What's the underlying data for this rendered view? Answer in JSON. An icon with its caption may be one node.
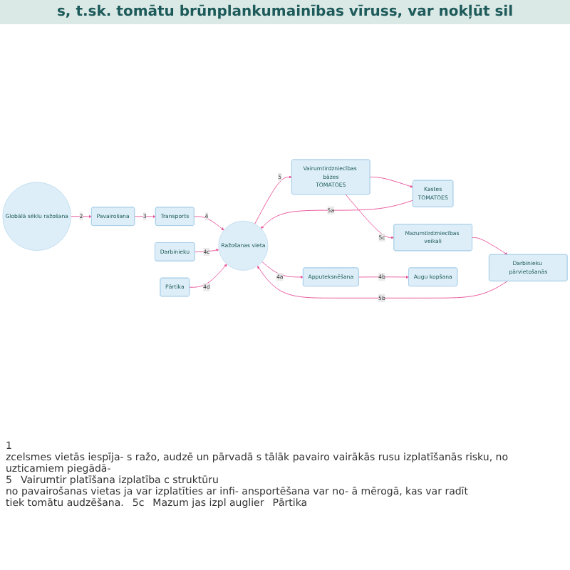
{
  "diagram": {
    "title": "s, t.sk. tomātu brūnplankumainības vīruss, var nokļūt sil",
    "nodes": [
      {
        "text": [
          "Globālā sēklu ražošana"
        ]
      },
      {
        "text": [
          "Pavairošana"
        ]
      },
      {
        "text": [
          "Transports"
        ]
      },
      {
        "text": [
          "Ražošanas vieta"
        ]
      },
      {
        "text": [
          "Vairumtirdzniecības bāzes",
          "TOMATOES"
        ]
      },
      {
        "text": [
          "Kastes",
          "TOMATOES"
        ]
      },
      {
        "text": [
          "Mazumtirdzniecības veikali"
        ]
      },
      {
        "text": [
          "Darbinieku pārvietošanās"
        ]
      },
      {
        "text": [
          "Augu kopšana"
        ]
      },
      {
        "text": [
          "Apputeksnēšana"
        ]
      },
      {
        "text": [
          "Darbinieku"
        ]
      },
      {
        "text": [
          "Pārtika"
        ]
      }
    ],
    "edges": [
      {
        "from": 0,
        "to": 1,
        "arrow": "to",
        "label": "2"
      },
      {
        "from": 1,
        "to": 2,
        "arrow": "to",
        "label": "3"
      },
      {
        "from": 2,
        "to": 3,
        "arrow": "to",
        "label": "4"
      },
      {
        "from": 3,
        "to": 4,
        "arrow": "to",
        "label": "5"
      },
      {
        "from": 4,
        "to": 5,
        "arrow": "to"
      },
      {
        "from": 5,
        "to": 3,
        "arrow": "to",
        "label": "5a"
      },
      {
        "from": 4,
        "to": 6,
        "arrow": "to",
        "label": "5c"
      },
      {
        "from": 6,
        "to": 7,
        "arrow": "to"
      },
      {
        "from": 7,
        "to": 3,
        "arrow": "to",
        "label": "5b"
      },
      {
        "from": 3,
        "to": 9,
        "arrow": "to",
        "label": "4a"
      },
      {
        "from": 9,
        "to": 8,
        "arrow": "to",
        "label": "4b"
      },
      {
        "from": 10,
        "to": 3,
        "arrow": "to",
        "label": "4c"
      },
      {
        "from": 11,
        "to": 3,
        "arrow": "to",
        "label": "4d"
      }
    ],
    "labels": [
      "1",
      "zcelsmes vietās iespīja- s ražo, audzē un pārvadā s tālāk pavairo vairākās rusu izplatīšanās risku, no uzticamiem piegādā-",
      "5",
      "Vairumtir platīšana izplatība c struktūru",
      "no pavairošanas vietas ja var izplatīties ar infi- ansportēšana var no- ā mērogā, kas var radīt",
      "tiek tomātu audzēšana.",
      "5c",
      "Mazum jas izpl auglier",
      "Pārtika"
    ]
  }
}
